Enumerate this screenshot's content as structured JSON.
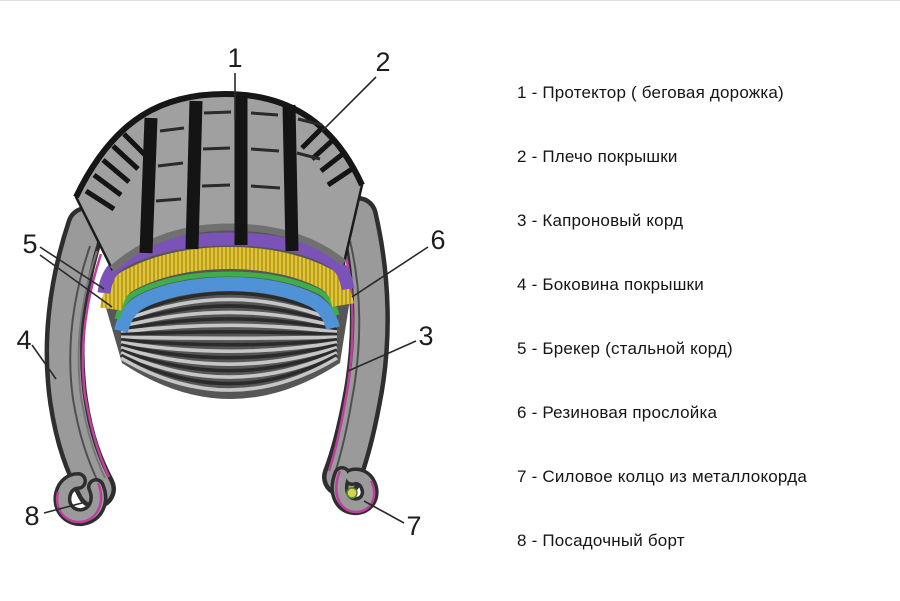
{
  "figure": {
    "callouts": [
      "1",
      "2",
      "3",
      "4",
      "5",
      "6",
      "7",
      "8"
    ]
  },
  "legend": {
    "items": [
      "1 - Протектор ( беговая дорожка)",
      "2 - Плечо покрышки",
      "3 - Капроновый корд",
      "4 - Боковина покрышки",
      "5 - Брекер (стальной корд)",
      "6 - Резиновая прослойка",
      "7 - Силовое колцо из металлокорда",
      "8 - Посадочный борт"
    ]
  },
  "colors": {
    "layer_purple": "#7b52b8",
    "layer_yellow": "#e3c431",
    "layer_green": "#3fae4a",
    "layer_blue": "#4f93d6",
    "liner_magenta": "#bf3f9e",
    "bead_ring_yellow": "#d8d34a"
  }
}
